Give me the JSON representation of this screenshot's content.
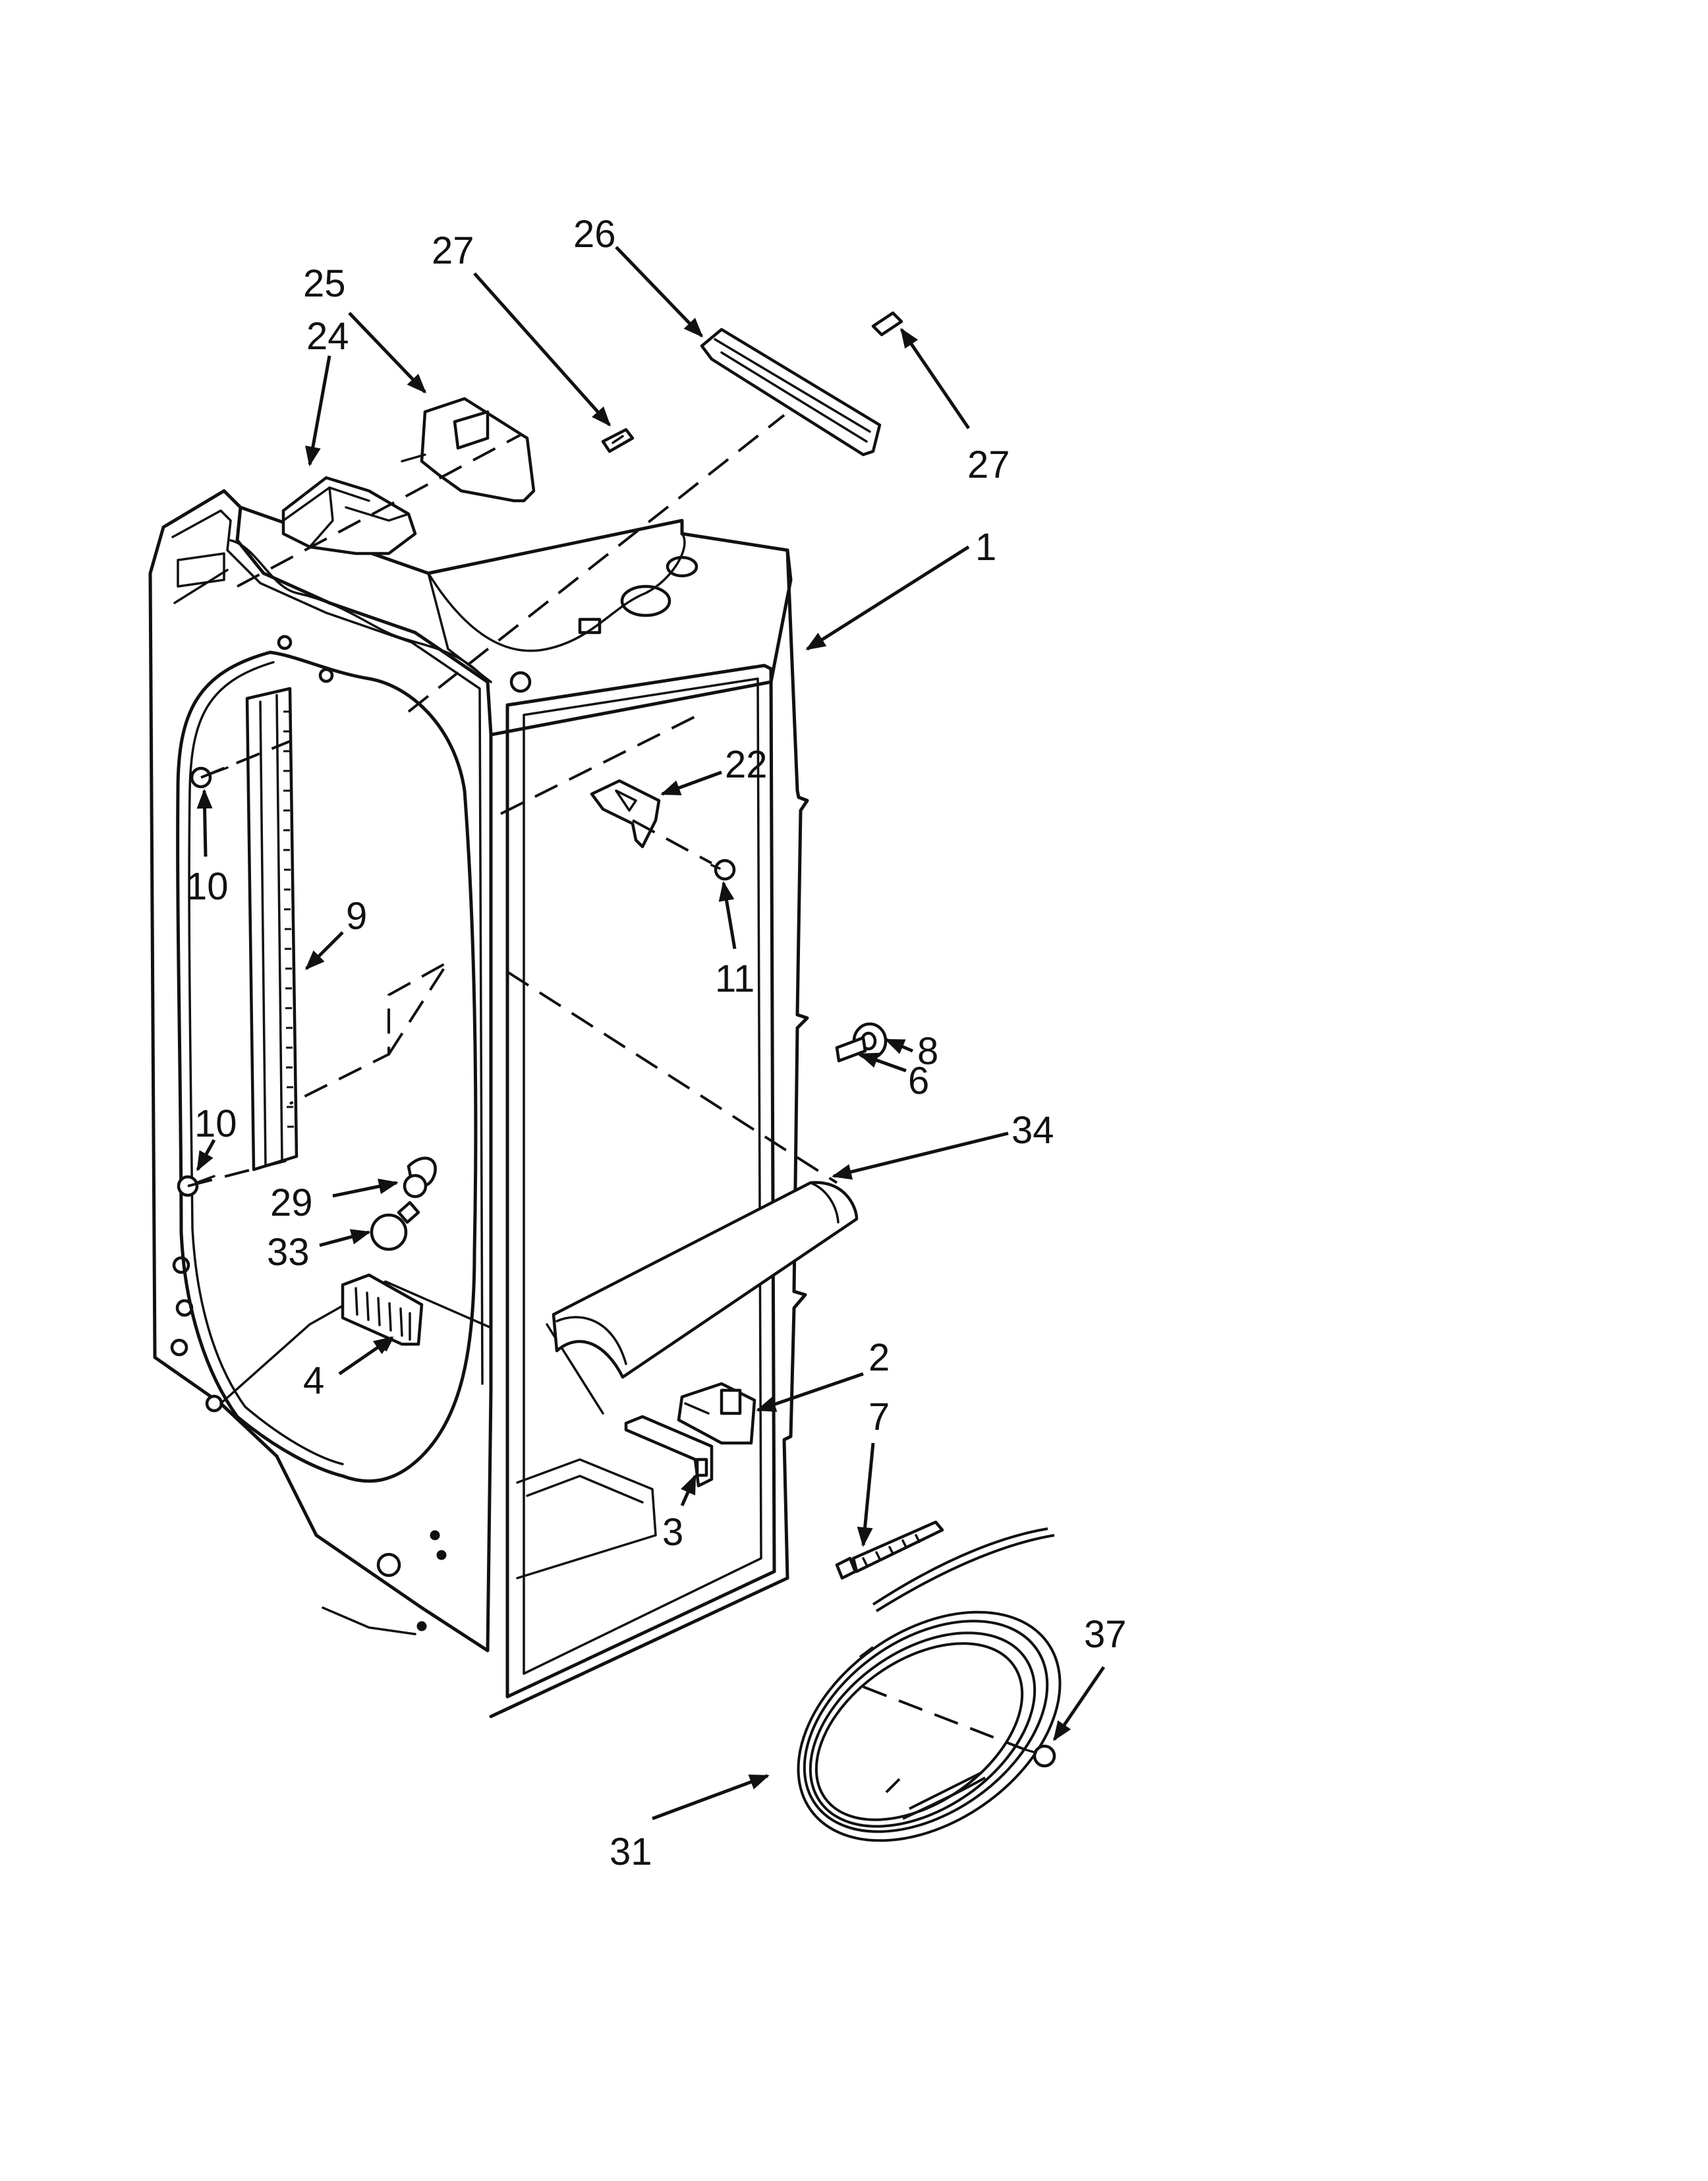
{
  "diagram": {
    "callouts": [
      {
        "id": "c1",
        "label": "1"
      },
      {
        "id": "c2",
        "label": "2"
      },
      {
        "id": "c3",
        "label": "3"
      },
      {
        "id": "c4",
        "label": "4"
      },
      {
        "id": "c6",
        "label": "6"
      },
      {
        "id": "c7",
        "label": "7"
      },
      {
        "id": "c8",
        "label": "8"
      },
      {
        "id": "c9",
        "label": "9"
      },
      {
        "id": "c10a",
        "label": "10"
      },
      {
        "id": "c10b",
        "label": "10"
      },
      {
        "id": "c11",
        "label": "11"
      },
      {
        "id": "c22",
        "label": "22"
      },
      {
        "id": "c24",
        "label": "24"
      },
      {
        "id": "c25",
        "label": "25"
      },
      {
        "id": "c26",
        "label": "26"
      },
      {
        "id": "c27a",
        "label": "27"
      },
      {
        "id": "c27b",
        "label": "27"
      },
      {
        "id": "c29",
        "label": "29"
      },
      {
        "id": "c31",
        "label": "31"
      },
      {
        "id": "c33",
        "label": "33"
      },
      {
        "id": "c34",
        "label": "34"
      },
      {
        "id": "c37",
        "label": "37"
      }
    ]
  }
}
